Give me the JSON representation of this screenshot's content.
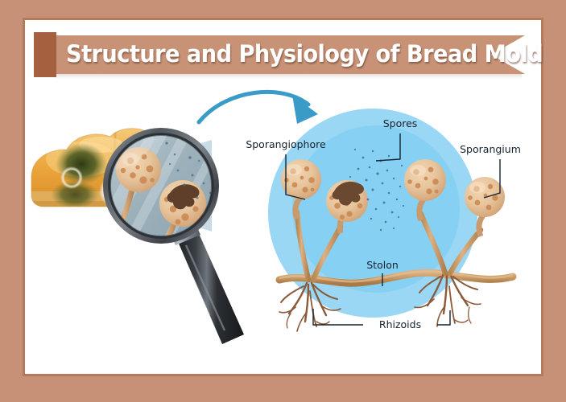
{
  "poster": {
    "title": "Structure and Physiology of Bread Mold",
    "frame_color": "#c79177",
    "frame_line_color": "#b5795c",
    "panel_color": "#ffffff",
    "banner_body_color": "#c89277",
    "banner_cap_color": "#a4603f",
    "title_color": "#ffffff"
  },
  "illustration": {
    "bread": {
      "name": "moldy-bread-loaf",
      "crust_color": "#e8a33d",
      "crust_highlight": "#f7c96a",
      "mold_color": "#3d4a1e",
      "mold_spot_ring": "#e9e9e0"
    },
    "magnifier": {
      "name": "magnifying-glass",
      "rim_color": "#4a4f55",
      "rim_highlight": "#9aa1a8",
      "lens_color": "#9fb3bd",
      "handle_color": "#2b2d30",
      "ferrule_color": "#8d949b",
      "beam_color": "#a8c6d8"
    },
    "arrow": {
      "name": "curved-arrow",
      "color": "#3a9bc8"
    },
    "detail_circle": {
      "outer_color": "#9ad7f5",
      "inner_color": "#7fcdf2"
    },
    "mold_colors": {
      "sporangium_fill": "#e7c49c",
      "sporangium_shade": "#d8ae82",
      "sporangium_spot": "#c9874f",
      "stalk_color": "#c99a6c",
      "stolon_color": "#c79a6b",
      "rhizoid_color": "#8a5a39",
      "rupture_color": "#6b4830",
      "spore_color": "#3f6a86"
    },
    "labels": [
      {
        "id": "sporangiophore",
        "text": "Sporangiophore"
      },
      {
        "id": "spores",
        "text": "Spores"
      },
      {
        "id": "sporangium",
        "text": "Sporangium"
      },
      {
        "id": "stolon",
        "text": "Stolon"
      },
      {
        "id": "rhizoids",
        "text": "Rhizoids"
      }
    ]
  }
}
